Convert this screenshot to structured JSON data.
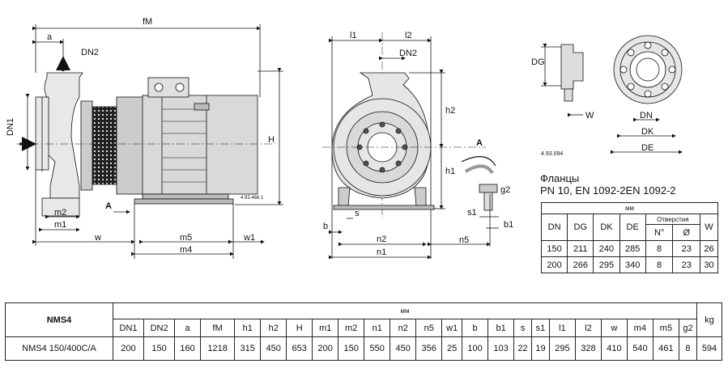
{
  "drawing": {
    "side": {
      "dims": [
        "fM",
        "a",
        "DN2",
        "DN1",
        "H",
        "A",
        "m2",
        "m1",
        "w",
        "m5",
        "w1",
        "m4"
      ],
      "ref": "4.93.466.1"
    },
    "front": {
      "dims": [
        "l1",
        "l2",
        "DN2",
        "h2",
        "h1",
        "A",
        "b",
        "s",
        "n2",
        "n5",
        "n1",
        "g2",
        "s1",
        "b1"
      ]
    },
    "flange": {
      "dims": [
        "DG",
        "W",
        "DN",
        "DK",
        "DE"
      ],
      "ref": "4.93.094"
    }
  },
  "flanges": {
    "title_line1": "Фланцы",
    "title_line2": "PN 10, EN 1092-2EN 1092-2",
    "unit": "мм",
    "headers": [
      "DN",
      "DG",
      "DK",
      "DE",
      "Отверстия",
      "W"
    ],
    "sub_headers": [
      "N°",
      "Ø"
    ],
    "rows": [
      [
        "150",
        "211",
        "240",
        "285",
        "8",
        "23",
        "26"
      ],
      [
        "200",
        "266",
        "295",
        "340",
        "8",
        "23",
        "30"
      ]
    ]
  },
  "main_table": {
    "model_header": "NMS4",
    "unit": "мм",
    "weight_unit": "kg",
    "columns": [
      "DN1",
      "DN2",
      "a",
      "fM",
      "h1",
      "h2",
      "H",
      "m1",
      "m2",
      "n1",
      "n2",
      "n5",
      "w1",
      "b",
      "b1",
      "s",
      "s1",
      "l1",
      "l2",
      "w",
      "m4",
      "m5",
      "g2"
    ],
    "row": {
      "model": "NMS4 150/400C/A",
      "values": [
        "200",
        "150",
        "160",
        "1218",
        "315",
        "450",
        "653",
        "200",
        "150",
        "550",
        "450",
        "356",
        "25",
        "100",
        "103",
        "22",
        "19",
        "295",
        "328",
        "410",
        "540",
        "461",
        "8"
      ],
      "weight": "594"
    }
  }
}
